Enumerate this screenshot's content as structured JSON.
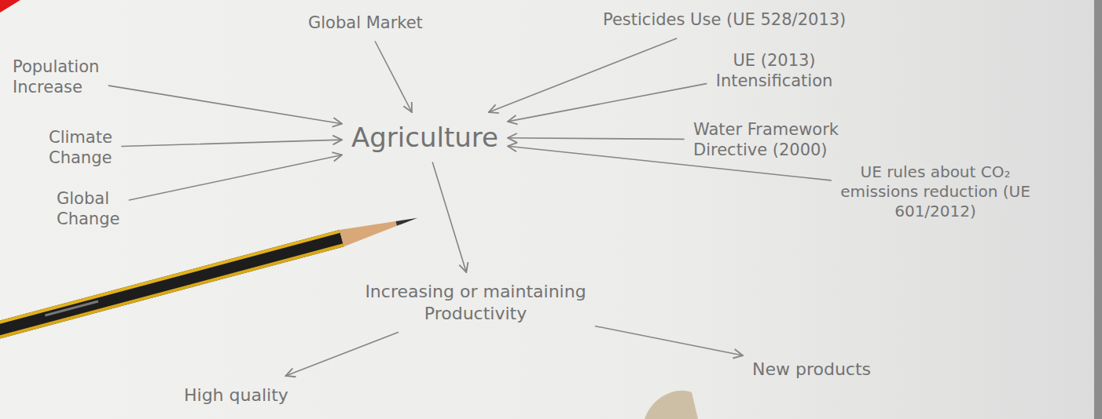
{
  "diagram": {
    "nodes": [
      {
        "text": [
          "Global Market"
        ]
      },
      {
        "text": [
          "Pesticides Use (UE 528/2013)"
        ]
      },
      {
        "text": [
          "Population Increase"
        ]
      },
      {
        "text": [
          "UE (2013) Intensification"
        ]
      },
      {
        "text": [
          "Climate Change"
        ]
      },
      {
        "text": [
          "Agriculture"
        ]
      },
      {
        "text": [
          "Water Framework Directive (2000)"
        ]
      },
      {
        "text": [
          "Global Change"
        ]
      },
      {
        "text": [
          "UE rules about CO₂ emissions reduction (UE 601/2012)"
        ]
      },
      {
        "text": [
          "Increasing or maintaining Productivity"
        ]
      },
      {
        "text": [
          "High quality"
        ]
      },
      {
        "text": [
          "New products"
        ]
      }
    ],
    "edges": [
      {
        "from": 0,
        "to": 5,
        "arrow": "to"
      },
      {
        "from": 1,
        "to": 5,
        "arrow": "to"
      },
      {
        "from": 2,
        "to": 5,
        "arrow": "to"
      },
      {
        "from": 3,
        "to": 5,
        "arrow": "to"
      },
      {
        "from": 4,
        "to": 5,
        "arrow": "to"
      },
      {
        "from": 6,
        "to": 5,
        "arrow": "to"
      },
      {
        "from": 7,
        "to": 5,
        "arrow": "to"
      },
      {
        "from": 8,
        "to": 5,
        "arrow": "to"
      },
      {
        "from": 5,
        "to": 9,
        "arrow": "to"
      },
      {
        "from": 9,
        "to": 10,
        "arrow": "to"
      },
      {
        "from": 9,
        "to": 11,
        "arrow": "to"
      }
    ]
  }
}
